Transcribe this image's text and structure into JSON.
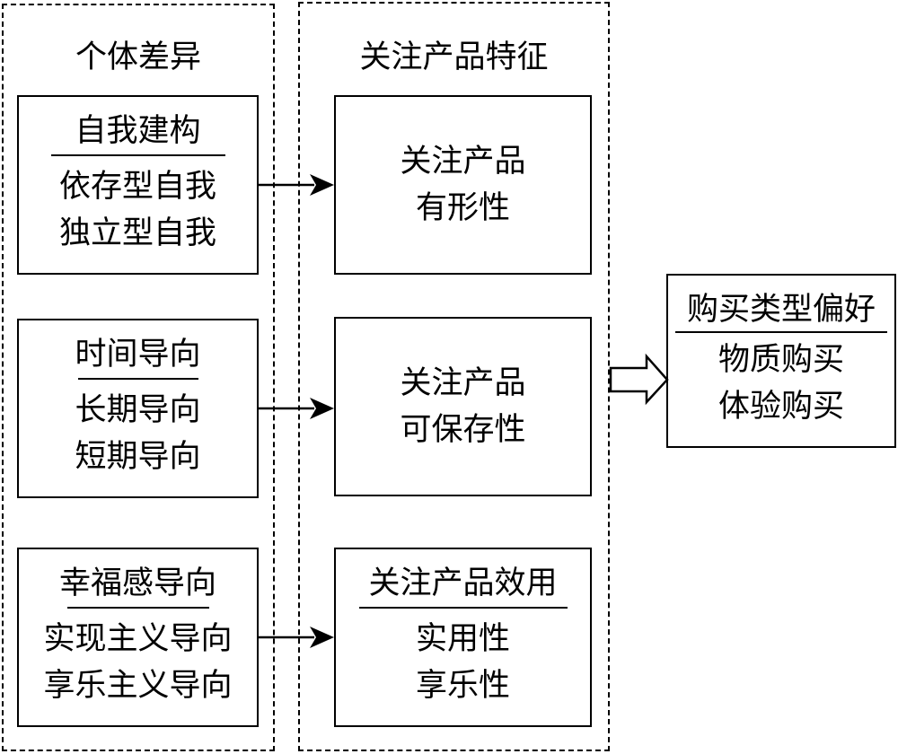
{
  "panels": {
    "individual_differences": {
      "title": "个体差异",
      "boxes": [
        {
          "head": "自我建构",
          "lines": [
            "依存型自我",
            "独立型自我"
          ]
        },
        {
          "head": "时间导向",
          "lines": [
            "长期导向",
            "短期导向"
          ]
        },
        {
          "head": "幸福感导向",
          "lines": [
            "实现主义导向",
            "享乐主义导向"
          ]
        }
      ]
    },
    "product_features": {
      "title": "关注产品特征",
      "boxes": [
        {
          "head": "",
          "lines": [
            "关注产品",
            "有形性"
          ]
        },
        {
          "head": "",
          "lines": [
            "关注产品",
            "可保存性"
          ]
        },
        {
          "head": "关注产品效用",
          "lines": [
            "实用性",
            "享乐性"
          ]
        }
      ]
    }
  },
  "outcome": {
    "head": "购买类型偏好",
    "lines": [
      "物质购买",
      "体验购买"
    ]
  },
  "arrows": [
    {
      "from": "自我建构",
      "to": "关注产品有形性",
      "style": "solid-arrow"
    },
    {
      "from": "时间导向",
      "to": "关注产品可保存性",
      "style": "solid-arrow"
    },
    {
      "from": "幸福感导向",
      "to": "关注产品效用",
      "style": "solid-arrow"
    },
    {
      "from": "关注产品特征",
      "to": "购买类型偏好",
      "style": "hollow-block-arrow"
    }
  ]
}
